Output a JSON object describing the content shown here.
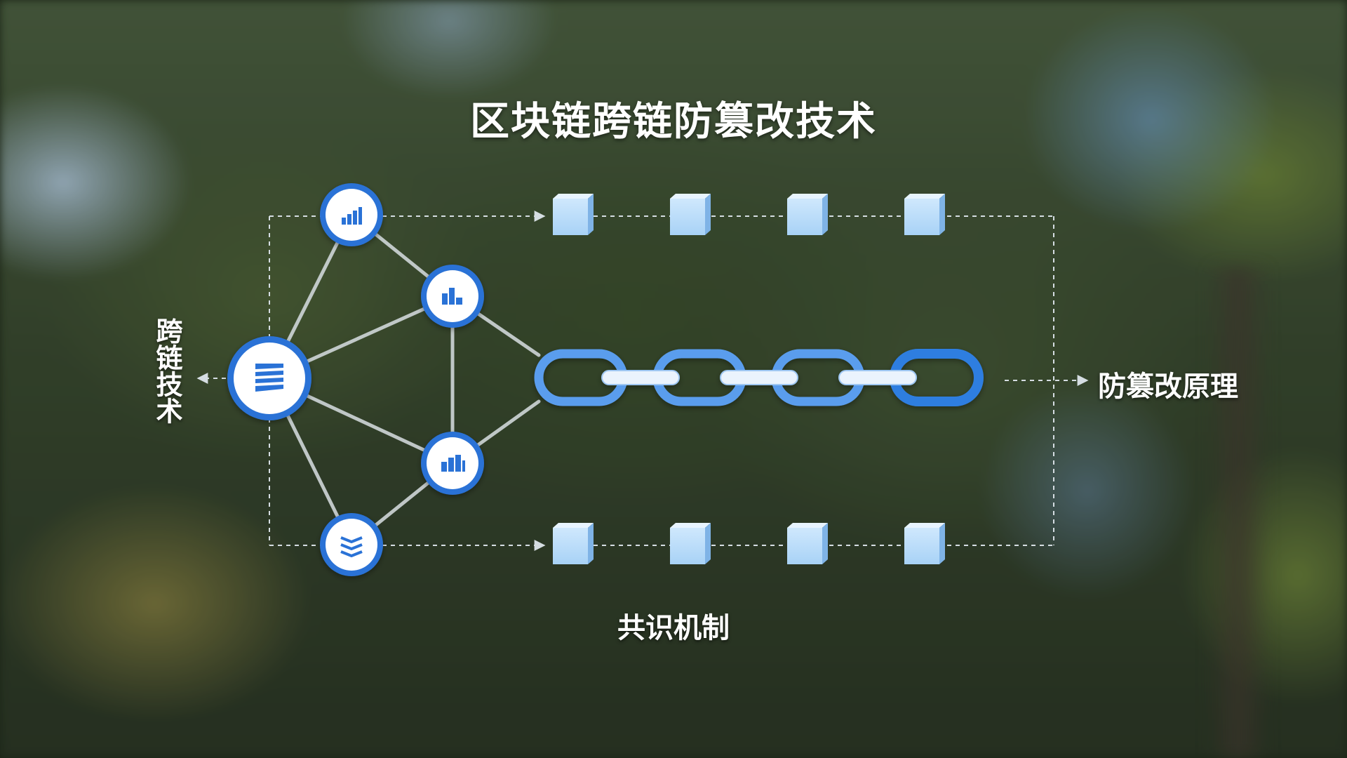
{
  "title": "区块链跨链防篡改技术",
  "labels": {
    "cross_chain": "跨链技术",
    "tamper_proof_principle": "防篡改原理",
    "consensus_mechanism": "共识机制"
  },
  "colors": {
    "node_blue": "#2a72d6",
    "block_light_blue": "#bfe0fb",
    "chain_blue": "#4b94ec",
    "chain_highlight": "#e6f2fd",
    "dashed_line": "#d5dde2"
  },
  "icons": {
    "hub_node": "stacked-layers-icon",
    "top_node": "bar-chart-icon",
    "upper_right_node": "bar-chart-icon",
    "lower_right_node": "bar-chart-icon",
    "bottom_node": "layers-icon"
  }
}
